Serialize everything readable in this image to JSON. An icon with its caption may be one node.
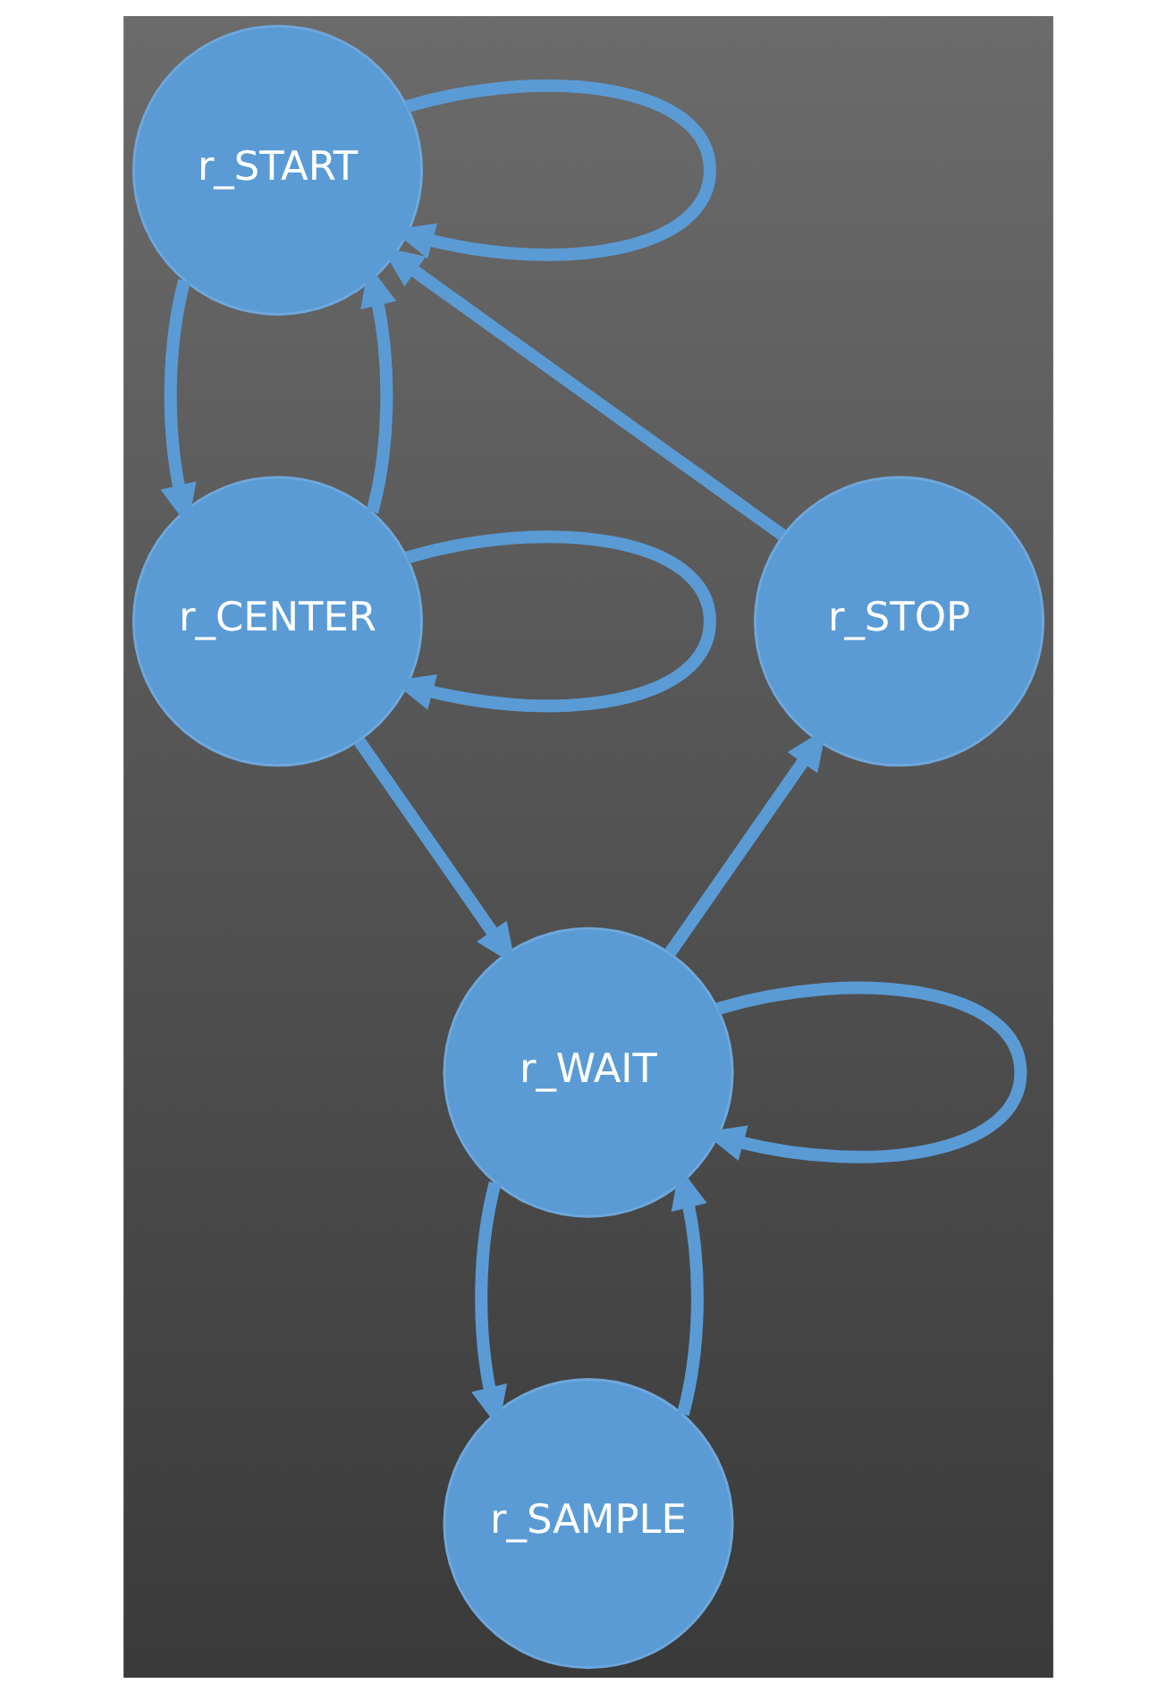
{
  "diagram": {
    "nodes": [
      {
        "text": [
          "r_START"
        ]
      },
      {
        "text": [
          "r_STOP"
        ]
      },
      {
        "text": [
          "r_CENTER"
        ]
      },
      {
        "text": [
          "r_WAIT"
        ]
      },
      {
        "text": [
          "r_SAMPLE"
        ]
      }
    ],
    "edges": [
      {
        "from": 0,
        "to": 0,
        "arrow": "to"
      },
      {
        "from": 0,
        "to": 2,
        "arrow": "to"
      },
      {
        "from": 2,
        "to": 0,
        "arrow": "to"
      },
      {
        "from": 2,
        "to": 2,
        "arrow": "to"
      },
      {
        "from": 2,
        "to": 3,
        "arrow": "to"
      },
      {
        "from": 3,
        "to": 3,
        "arrow": "to"
      },
      {
        "from": 3,
        "to": 1,
        "arrow": "to"
      },
      {
        "from": 1,
        "to": 0,
        "arrow": "to"
      },
      {
        "from": 3,
        "to": 4,
        "arrow": "to"
      },
      {
        "from": 4,
        "to": 3,
        "arrow": "to"
      }
    ]
  }
}
